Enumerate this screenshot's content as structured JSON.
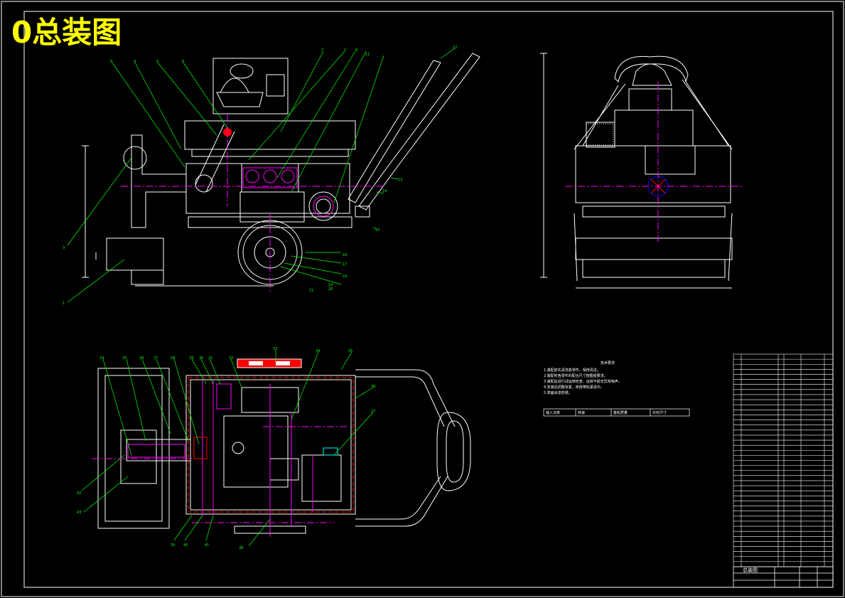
{
  "drawing": {
    "title": "0总装图",
    "title_color": "#ffff00",
    "line_color": "#ffffff",
    "leader_color": "#00ff00",
    "center_color": "#ff00ff",
    "accent_red": "#ff0000",
    "accent_blue": "#0000ff",
    "accent_cyan": "#00ffff"
  },
  "front_view": {
    "callouts": [
      "9",
      "4",
      "5",
      "6",
      "7",
      "2",
      "8",
      "11",
      "12",
      "13",
      "14",
      "15",
      "16",
      "17",
      "18",
      "19",
      "20",
      "21",
      "1",
      "3"
    ]
  },
  "plan_view": {
    "callouts": [
      "24",
      "25",
      "26",
      "27",
      "28",
      "29",
      "30",
      "31",
      "32",
      "33",
      "34",
      "35",
      "36",
      "37",
      "38",
      "39",
      "40",
      "41",
      "42",
      "43"
    ]
  },
  "tech_req": {
    "title": "技术要求",
    "lines": [
      "1.装配前先清洗各零件，保持清洁。",
      "2.装配时各零件的配合尺寸按图纸要求。",
      "3.装配后进行试运转检查，运转平稳无异常噪声。",
      "4.安装后调整张紧，使皮带松紧适中。",
      "5.表面涂漆防锈。"
    ],
    "spec_labels": [
      "输入功率",
      "转速",
      "整机质量",
      "外形尺寸"
    ]
  },
  "title_block": {
    "drawing_name": "总装图",
    "rows": 42
  }
}
